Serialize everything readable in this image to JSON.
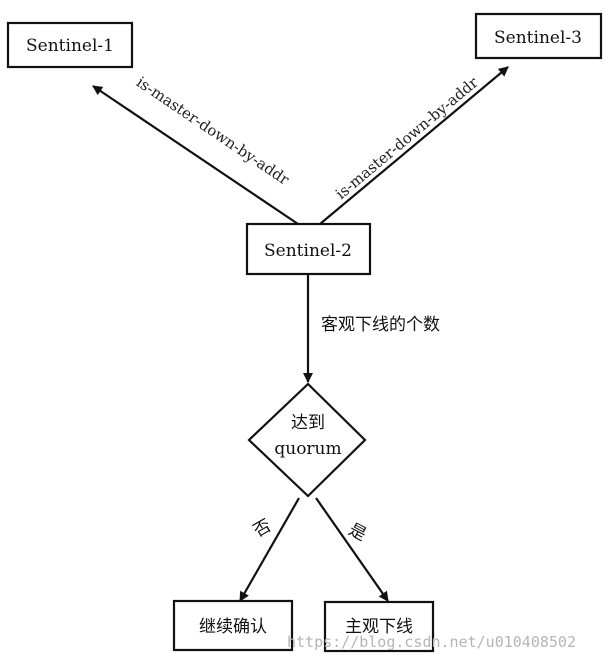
{
  "nodes": {
    "sentinel1": "Sentinel-1",
    "sentinel3": "Sentinel-3",
    "sentinel2": "Sentinel-2",
    "decision_line1": "达到",
    "decision_line2": "quorum",
    "continue_confirm": "继续确认",
    "objective_down": "主观下线"
  },
  "edges": {
    "left_request": "is-master-down-by-addr",
    "right_request": "is-master-down-by-addr",
    "count_label": "客观下线的个数",
    "no_label": "否",
    "yes_label": "是"
  },
  "watermark": "https://blog.csdn.net/u010408502"
}
